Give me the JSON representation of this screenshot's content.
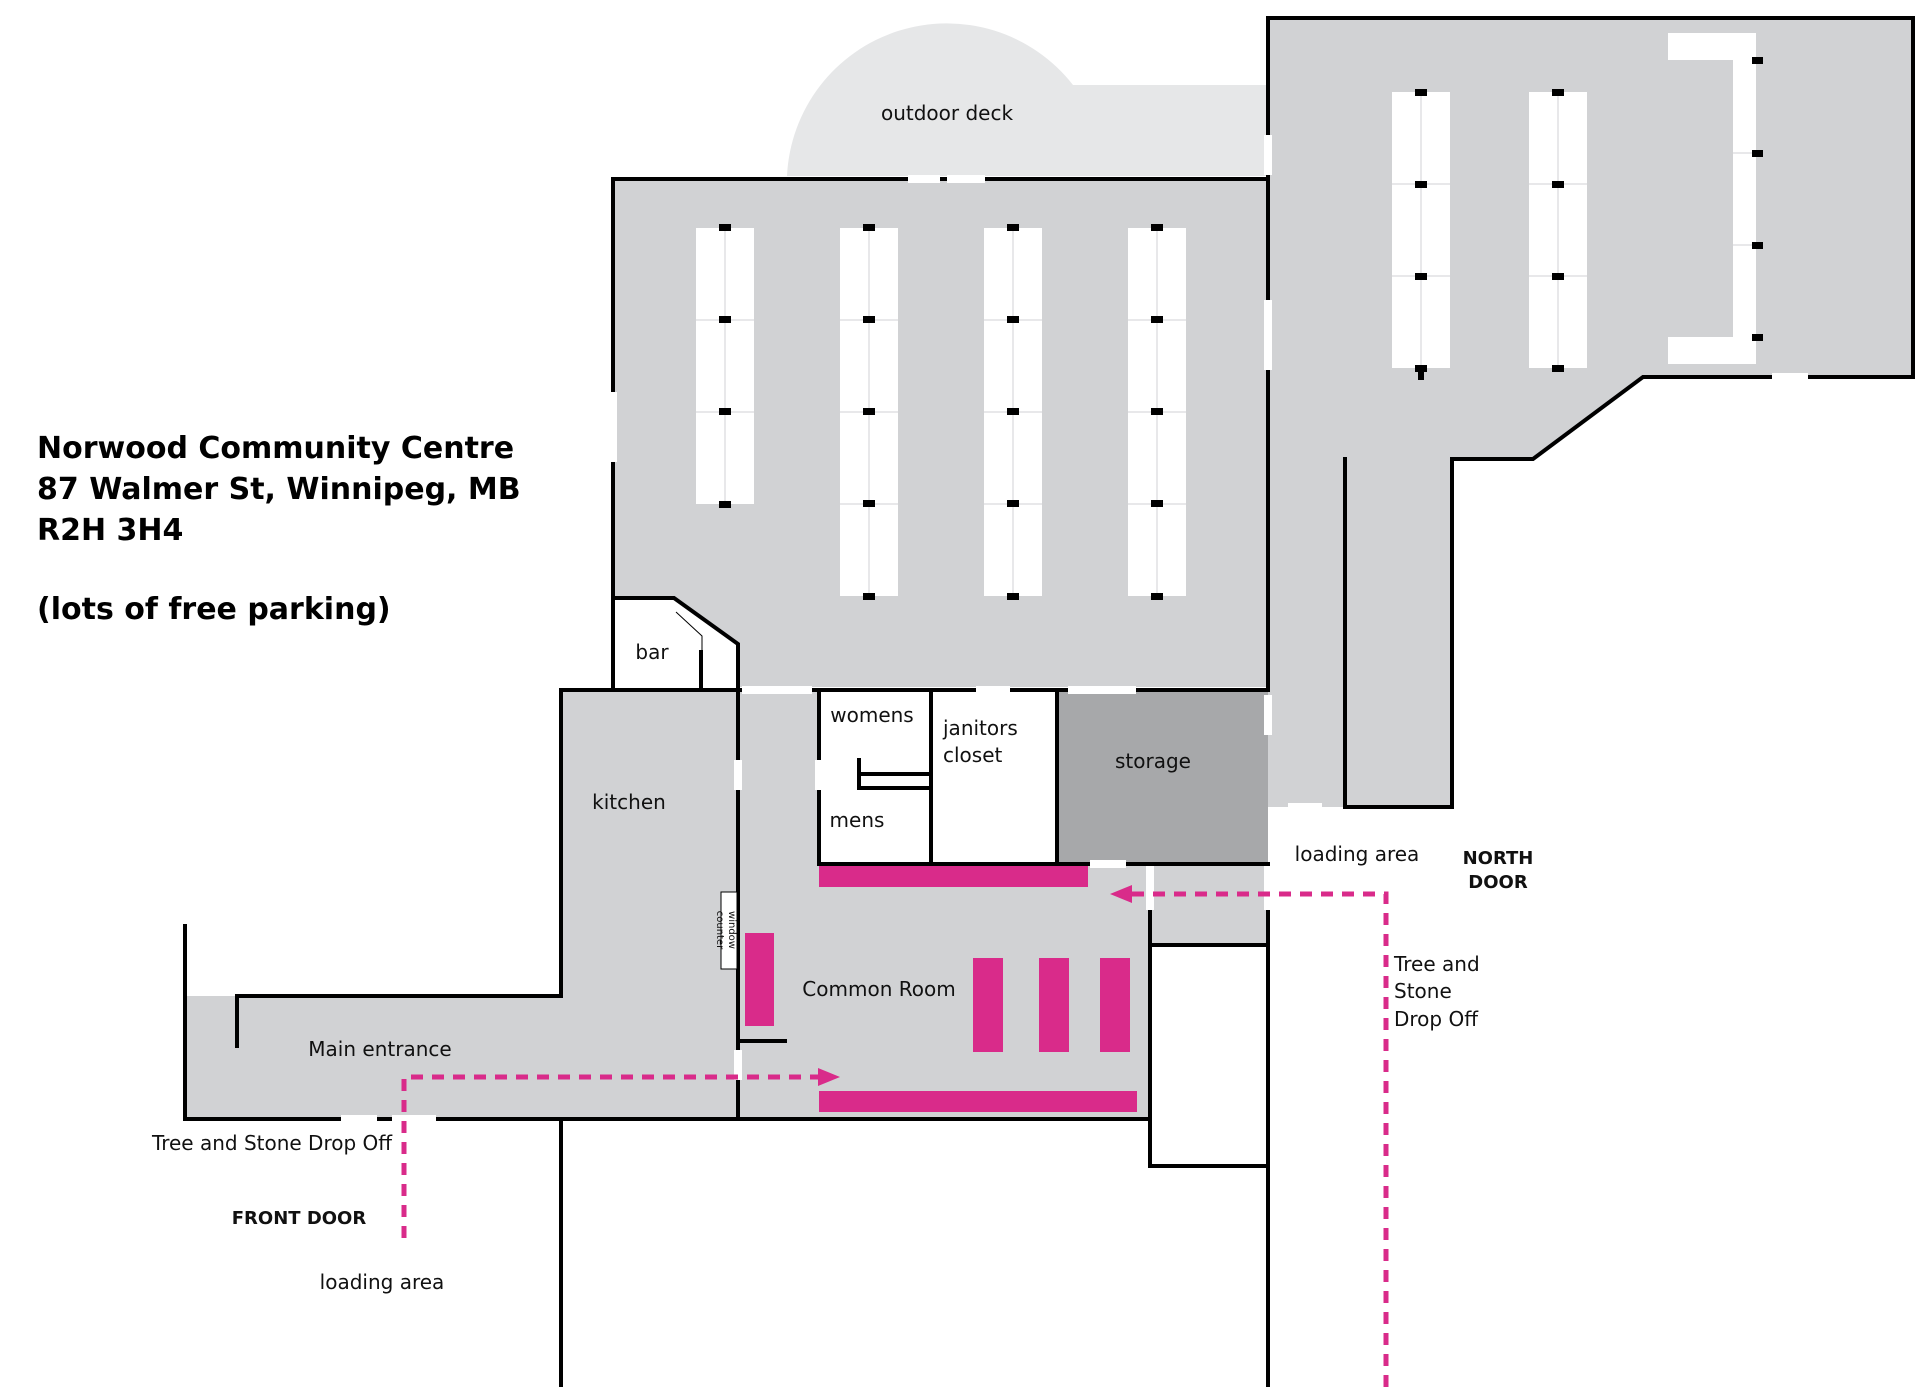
{
  "venue": {
    "name": "Norwood Community Centre",
    "address_line1": "87 Walmer St, Winnipeg, MB",
    "postal_code": "R2H 3H4",
    "parking_note": "(lots of free parking)"
  },
  "rooms": {
    "outdoor_deck": "outdoor deck",
    "bar": "bar",
    "kitchen": "kitchen",
    "womens": "womens",
    "mens": "mens",
    "janitors_line1": "janitors",
    "janitors_line2": "closet",
    "storage": "storage",
    "common_room": "Common Room",
    "main_entrance": "Main entrance",
    "window_line1": "window",
    "window_line2": "counter"
  },
  "annotations": {
    "north_door_line1": "NORTH",
    "north_door_line2": "DOOR",
    "front_door": "FRONT DOOR",
    "loading_area_north": "loading area",
    "loading_area_front": "loading area",
    "dropoff_front": "Tree and Stone Drop Off",
    "dropoff_north_line1": "Tree and",
    "dropoff_north_line2": "Stone",
    "dropoff_north_line3": "Drop Off"
  },
  "colors": {
    "floor": "#d1d2d4",
    "deck": "#e6e7e8",
    "storage": "#a7a8aa",
    "accent": "#d92b8a",
    "wall": "#000000",
    "table": "#ffffff"
  }
}
